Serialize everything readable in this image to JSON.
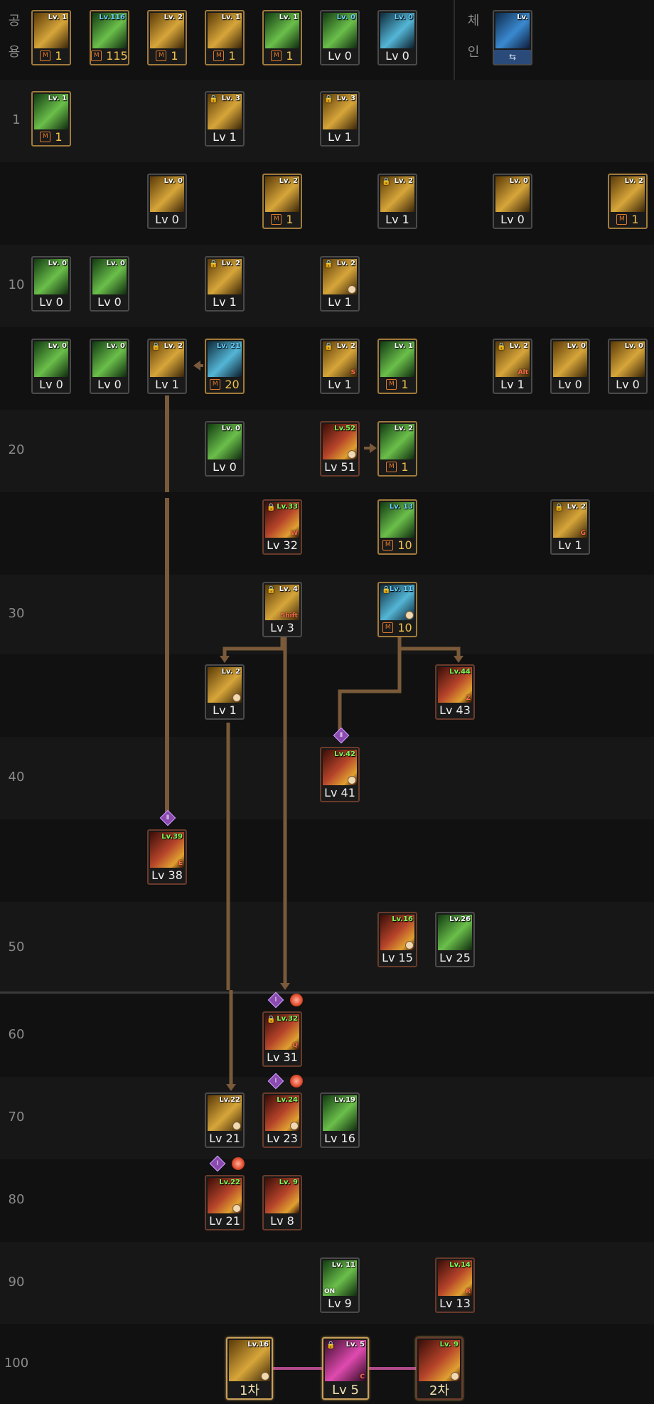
{
  "labels": {
    "common": [
      "공",
      "용"
    ],
    "chain": [
      "체",
      "인"
    ],
    "chain_swap": "⇆"
  },
  "rows": [
    {
      "label": ""
    },
    {
      "label": "1"
    },
    {
      "label": ""
    },
    {
      "label": "10"
    },
    {
      "label": ""
    },
    {
      "label": "20"
    },
    {
      "label": ""
    },
    {
      "label": "30"
    },
    {
      "label": ""
    },
    {
      "label": "40"
    },
    {
      "label": ""
    },
    {
      "label": "50"
    },
    {
      "label": "60"
    },
    {
      "label": "70"
    },
    {
      "label": "80"
    },
    {
      "label": "90"
    },
    {
      "label": "100"
    }
  ],
  "skills": [
    {
      "name": "common-skill-1",
      "tag": "Lv. 1",
      "level": "1",
      "mastery": true,
      "color": "gold"
    },
    {
      "name": "common-skill-2",
      "tag": "Lv.116",
      "level": "115",
      "mastery": true,
      "color": "green"
    },
    {
      "name": "common-skill-3",
      "tag": "Lv. 2",
      "level": "1",
      "mastery": true,
      "color": "gold"
    },
    {
      "name": "common-skill-4",
      "tag": "Lv. 1",
      "level": "1",
      "mastery": true,
      "color": "gold"
    },
    {
      "name": "common-skill-5",
      "tag": "Lv. 1",
      "level": "1",
      "mastery": true,
      "color": "green"
    },
    {
      "name": "common-skill-6",
      "tag": "Lv. 0",
      "level": "Lv 0",
      "mastery": false,
      "color": "green"
    },
    {
      "name": "common-skill-7",
      "tag": "Lv. 0",
      "level": "Lv 0",
      "mastery": false,
      "color": "cyan"
    },
    {
      "name": "chain-skill",
      "tag": "Lv.",
      "level": "",
      "mastery": false,
      "color": "blue"
    },
    {
      "name": "skill-r1-a",
      "tag": "Lv. 1",
      "level": "1",
      "mastery": true,
      "color": "green"
    },
    {
      "name": "skill-r1-b",
      "tag": "Lv. 3",
      "level": "Lv 1",
      "mastery": false,
      "color": "gold",
      "locked": true
    },
    {
      "name": "skill-r1-c",
      "tag": "Lv. 3",
      "level": "Lv 1",
      "mastery": false,
      "color": "gold",
      "locked": true
    },
    {
      "name": "skill-r2-a",
      "tag": "Lv. 0",
      "level": "Lv 0",
      "mastery": false,
      "color": "gold"
    },
    {
      "name": "skill-r2-b",
      "tag": "Lv. 2",
      "level": "1",
      "mastery": true,
      "color": "gold"
    },
    {
      "name": "skill-r2-c",
      "tag": "Lv. 2",
      "level": "Lv 1",
      "mastery": false,
      "color": "gold",
      "locked": true
    },
    {
      "name": "skill-r2-d",
      "tag": "Lv. 0",
      "level": "Lv 0",
      "mastery": false,
      "color": "gold"
    },
    {
      "name": "skill-r2-e",
      "tag": "Lv. 2",
      "level": "1",
      "mastery": true,
      "color": "gold"
    },
    {
      "name": "skill-r3-a",
      "tag": "Lv. 0",
      "level": "Lv 0",
      "mastery": false,
      "color": "green"
    },
    {
      "name": "skill-r3-b",
      "tag": "Lv. 0",
      "level": "Lv 0",
      "mastery": false,
      "color": "green"
    },
    {
      "name": "skill-r3-c",
      "tag": "Lv. 2",
      "level": "Lv 1",
      "mastery": false,
      "color": "gold",
      "locked": true
    },
    {
      "name": "skill-r3-d",
      "tag": "Lv. 2",
      "level": "Lv 1",
      "mastery": false,
      "color": "gold",
      "locked": true,
      "cd": true
    },
    {
      "name": "skill-r4-a",
      "tag": "Lv. 0",
      "level": "Lv 0",
      "mastery": false,
      "color": "green"
    },
    {
      "name": "skill-r4-b",
      "tag": "Lv. 0",
      "level": "Lv 0",
      "mastery": false,
      "color": "green"
    },
    {
      "name": "skill-r4-c",
      "tag": "Lv. 2",
      "level": "Lv 1",
      "mastery": false,
      "color": "gold",
      "locked": true
    },
    {
      "name": "skill-r4-d",
      "tag": "Lv. 21",
      "level": "20",
      "mastery": true,
      "color": "cyan"
    },
    {
      "name": "skill-r4-e",
      "tag": "Lv. 2",
      "level": "Lv 1",
      "mastery": false,
      "color": "gold",
      "locked": true,
      "key": "S"
    },
    {
      "name": "skill-r4-f",
      "tag": "Lv. 1",
      "level": "1",
      "mastery": true,
      "color": "green"
    },
    {
      "name": "skill-r4-g",
      "tag": "Lv. 2",
      "level": "Lv 1",
      "mastery": false,
      "color": "gold",
      "locked": true,
      "key": "Alt"
    },
    {
      "name": "skill-r4-h",
      "tag": "Lv. 0",
      "level": "Lv 0",
      "mastery": false,
      "color": "gold"
    },
    {
      "name": "skill-r4-i",
      "tag": "Lv. 0",
      "level": "Lv 0",
      "mastery": false,
      "color": "gold"
    },
    {
      "name": "skill-r5-a",
      "tag": "Lv. 0",
      "level": "Lv 0",
      "mastery": false,
      "color": "green"
    },
    {
      "name": "skill-r5-b",
      "tag": "Lv.52",
      "level": "Lv 51",
      "mastery": false,
      "color": "red",
      "cd": true
    },
    {
      "name": "skill-r5-c",
      "tag": "Lv. 2",
      "level": "1",
      "mastery": true,
      "color": "green"
    },
    {
      "name": "skill-r6-a",
      "tag": "Lv.33",
      "level": "Lv 32",
      "mastery": false,
      "color": "red",
      "locked": true,
      "key": "W"
    },
    {
      "name": "skill-r6-b",
      "tag": "Lv. 13",
      "level": "10",
      "mastery": true,
      "color": "green"
    },
    {
      "name": "skill-r6-c",
      "tag": "Lv. 2",
      "level": "Lv 1",
      "mastery": false,
      "color": "gold",
      "locked": true,
      "key": "G"
    },
    {
      "name": "skill-r7-a",
      "tag": "Lv. 4",
      "level": "Lv 3",
      "mastery": false,
      "color": "gold",
      "locked": true,
      "key": "Shift"
    },
    {
      "name": "skill-r7-b",
      "tag": "Lv. 11",
      "level": "10",
      "mastery": true,
      "color": "cyan",
      "locked": true,
      "cd": true
    },
    {
      "name": "skill-r8-a",
      "tag": "Lv. 2",
      "level": "Lv 1",
      "mastery": false,
      "color": "gold",
      "cd": true
    },
    {
      "name": "skill-r8-b",
      "tag": "Lv.44",
      "level": "Lv 43",
      "mastery": false,
      "color": "red",
      "key": "Z"
    },
    {
      "name": "skill-r9-a",
      "tag": "Lv.42",
      "level": "Lv 41",
      "mastery": false,
      "color": "red",
      "cd": true
    },
    {
      "name": "skill-r10-a",
      "tag": "Lv.39",
      "level": "Lv 38",
      "mastery": false,
      "color": "red",
      "key": "E"
    },
    {
      "name": "skill-r11-a",
      "tag": "Lv.16",
      "level": "Lv 15",
      "mastery": false,
      "color": "red",
      "cd": true
    },
    {
      "name": "skill-r11-b",
      "tag": "Lv.26",
      "level": "Lv 25",
      "mastery": false,
      "color": "green"
    },
    {
      "name": "skill-r12-a",
      "tag": "Lv.32",
      "level": "Lv 31",
      "mastery": false,
      "color": "red",
      "locked": true,
      "key": "Q"
    },
    {
      "name": "skill-r13-a",
      "tag": "Lv.22",
      "level": "Lv 21",
      "mastery": false,
      "color": "gold",
      "cd": true
    },
    {
      "name": "skill-r13-b",
      "tag": "Lv.24",
      "level": "Lv 23",
      "mastery": false,
      "color": "red",
      "cd": true
    },
    {
      "name": "skill-r13-c",
      "tag": "Lv.19",
      "level": "Lv 16",
      "mastery": false,
      "color": "green"
    },
    {
      "name": "skill-r14-a",
      "tag": "Lv.22",
      "level": "Lv 21",
      "mastery": false,
      "color": "red",
      "cd": true
    },
    {
      "name": "skill-r14-b",
      "tag": "Lv. 9",
      "level": "Lv 8",
      "mastery": false,
      "color": "red"
    },
    {
      "name": "skill-r15-a",
      "tag": "Lv. 11",
      "level": "Lv 9",
      "mastery": false,
      "color": "green",
      "key": "ON"
    },
    {
      "name": "skill-r15-b",
      "tag": "Lv.14",
      "level": "Lv 13",
      "mastery": false,
      "color": "red",
      "key": "R"
    },
    {
      "name": "awakening-1",
      "tag": "Lv.16",
      "level": "1차",
      "mastery": false,
      "color": "gold",
      "cd": true
    },
    {
      "name": "awakening-mid",
      "tag": "Lv. 5",
      "level": "Lv 5",
      "mastery": false,
      "color": "pink",
      "locked": true,
      "key": "C"
    },
    {
      "name": "awakening-2",
      "tag": "Lv. 9",
      "level": "2차",
      "mastery": false,
      "color": "red",
      "cd": true
    }
  ],
  "badges": {
    "roman_two": "Ⅱ",
    "roman_one": "Ⅰ"
  }
}
